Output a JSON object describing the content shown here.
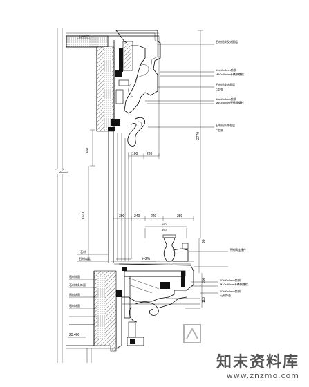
{
  "labels": {
    "top_left": "石材线条",
    "right_1": "石材线条及饰面层",
    "right_2": "50x50x5mm角钢",
    "right_3": "M10x30mm不锈钢螺栓",
    "right_4": "石材线条饰面层",
    "right_5": "C型钢",
    "right_6": "50x50x5mm角钢",
    "right_7": "M10x30mm不锈钢螺栓",
    "right_8": "石材线条饰面层",
    "right_9": "C型钢",
    "mid_right_1": "不锈钢连接件",
    "mid_right_2": "50x50x5mm角钢",
    "mid_right_3": "M10x30mm不锈钢螺栓",
    "mid_right_4": "50x50x5mm角钢",
    "mid_right_5": "石材饰面",
    "left_1": "石材",
    "left_2": "石材饰面",
    "left_3": "石材饰面",
    "left_4": "石材线条饰面",
    "left_5": "石材饰面",
    "left_6": "石材饰面",
    "level": "23.400",
    "slope": "i=2%"
  },
  "dimensions": {
    "d450": "450",
    "d100": "100",
    "d220": "220",
    "d2770": "2770",
    "d1770": "1770",
    "d300a": "300",
    "d240a": "240",
    "d220b": "220",
    "d280": "280",
    "d150": "150",
    "d190": "190",
    "d90": "90",
    "d350": "350",
    "d110": "110"
  },
  "watermark": {
    "text": "知末资料库",
    "url": "www.znzmo.com"
  }
}
